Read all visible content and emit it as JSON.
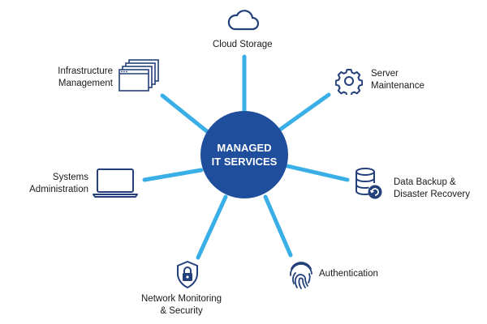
{
  "hub": {
    "line1": "MANAGED",
    "line2": "IT SERVICES"
  },
  "nodes": {
    "cloud_storage": {
      "lines": [
        "Cloud Storage"
      ],
      "icon": "cloud-icon"
    },
    "server_maintenance": {
      "lines": [
        "Server",
        "Maintenance"
      ],
      "icon": "gear-icon"
    },
    "data_backup": {
      "lines": [
        "Data Backup &",
        "Disaster Recovery"
      ],
      "icon": "database-icon"
    },
    "authentication": {
      "lines": [
        "Authentication"
      ],
      "icon": "fingerprint-icon"
    },
    "network_monitoring": {
      "lines": [
        "Network Monitoring",
        "& Security"
      ],
      "icon": "padlock-shield-icon"
    },
    "systems_administration": {
      "lines": [
        "Systems",
        "Administration"
      ],
      "icon": "laptop-icon"
    },
    "infrastructure_management": {
      "lines": [
        "Infrastructure",
        "Management"
      ],
      "icon": "stacked-windows-icon"
    }
  },
  "colors": {
    "hub": "#1f4e9c",
    "spoke": "#3aaee6",
    "icon": "#23407a",
    "text": "#1a1a1a"
  }
}
